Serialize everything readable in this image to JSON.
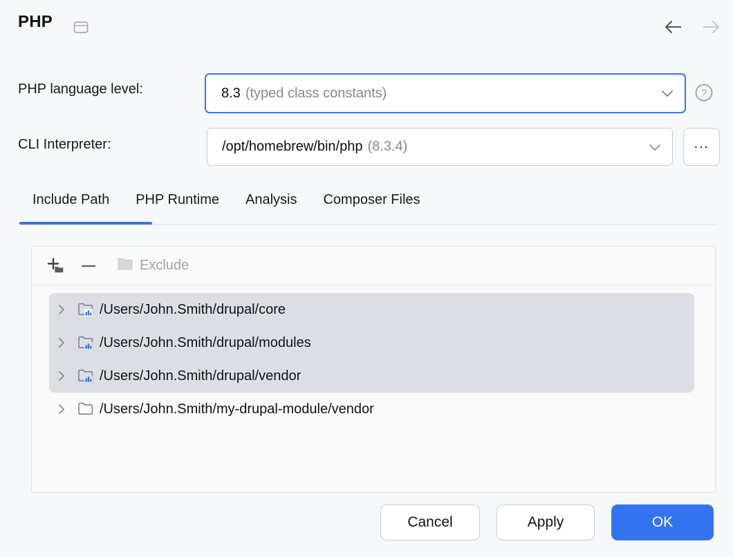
{
  "header": {
    "title": "PHP",
    "badge_icon": "window-icon",
    "nav_back_icon": "arrow-left-icon",
    "nav_forward_icon": "arrow-right-icon",
    "nav_back_enabled": "true",
    "nav_forward_enabled": "false"
  },
  "language_level": {
    "label": "PHP language level:",
    "value": "8.3",
    "hint": "(typed class constants)",
    "chevron_icon": "chevron-down-icon",
    "focused": "true",
    "help_icon": "help-circle-icon"
  },
  "cli_interpreter": {
    "label": "CLI Interpreter:",
    "value": "/opt/homebrew/bin/php",
    "hint": "(8.3.4)",
    "chevron_icon": "chevron-down-icon",
    "browse_label": "...",
    "browse_icon": "ellipsis-icon"
  },
  "tabs": {
    "active": "Include Path",
    "items": [
      {
        "label": "Include Path"
      },
      {
        "label": "PHP Runtime"
      },
      {
        "label": "Analysis"
      },
      {
        "label": "Composer Files"
      }
    ]
  },
  "include_path": {
    "toolbar": {
      "add_icon": "add-folder-icon",
      "remove_icon": "minus-icon",
      "exclude_icon": "folder-icon",
      "exclude_label": "Exclude",
      "exclude_enabled": "false"
    },
    "rows": [
      {
        "path": "/Users/John.Smith/drupal/core",
        "icon": "folder-library-icon",
        "selected": "true",
        "expand_icon": "chevron-right-icon"
      },
      {
        "path": "/Users/John.Smith/drupal/modules",
        "icon": "folder-library-icon",
        "selected": "true",
        "expand_icon": "chevron-right-icon"
      },
      {
        "path": "/Users/John.Smith/drupal/vendor",
        "icon": "folder-library-icon",
        "selected": "true",
        "expand_icon": "chevron-right-icon"
      },
      {
        "path": "/Users/John.Smith/my-drupal-module/vendor",
        "icon": "folder-icon",
        "selected": "false",
        "expand_icon": "chevron-right-icon"
      }
    ]
  },
  "footer": {
    "cancel_label": "Cancel",
    "apply_label": "Apply",
    "ok_label": "OK"
  },
  "colors": {
    "accent": "#3574f0",
    "background": "#f7f8fa",
    "panel": "#fafafb",
    "selection": "#dcdee3",
    "border": "#c9ccd3",
    "muted_text": "#86888c"
  }
}
